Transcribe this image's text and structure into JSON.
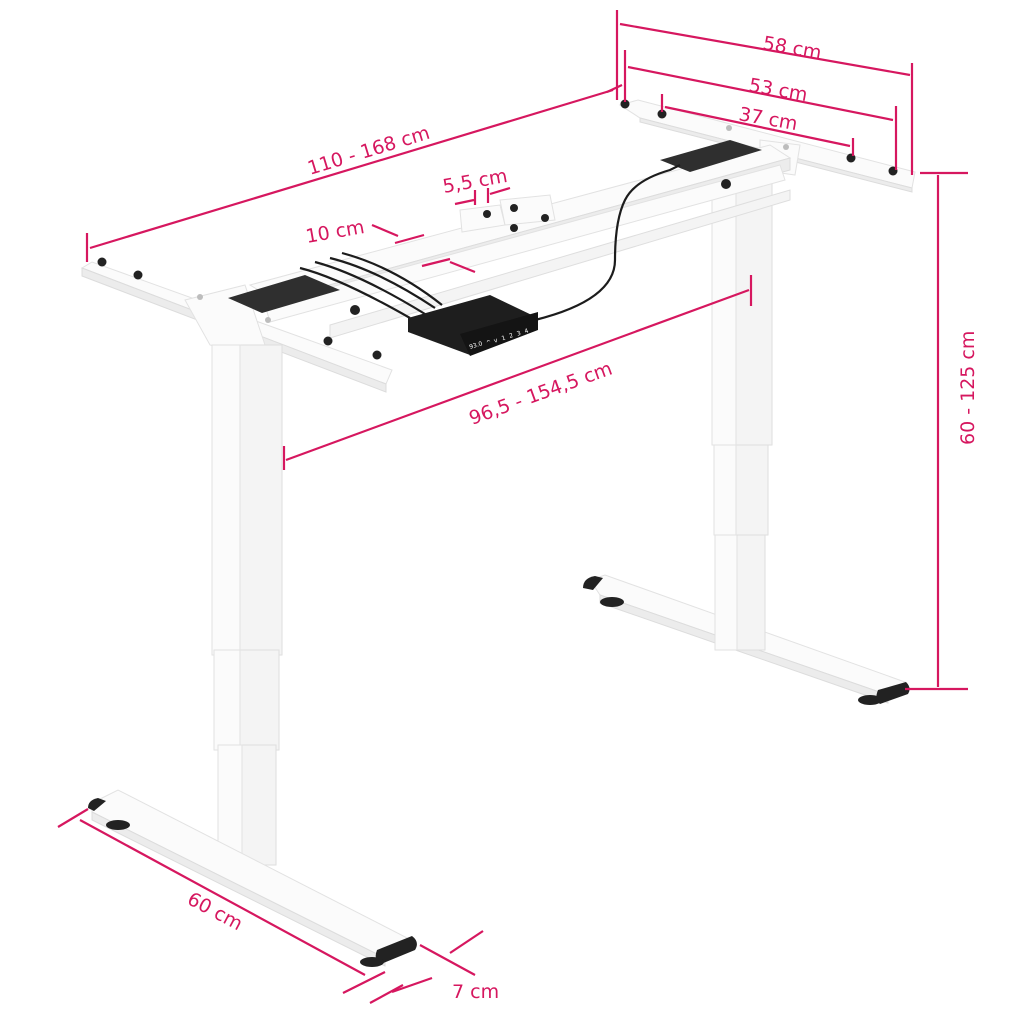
{
  "diagram": {
    "subject": "electric height-adjustable desk frame",
    "colors": {
      "dimension": "#d6175f",
      "frame": "#f4f4f4",
      "rubber": "#222222",
      "background": "#ffffff"
    },
    "dimensions": {
      "total_depth_top": "58 cm",
      "mount_width": "53 cm",
      "inner_mount_width": "37 cm",
      "frame_width": "110 - 168 cm",
      "crossbar_offset": "5,5 cm",
      "crossbar_depth": "10 cm",
      "leg_distance": "96,5 - 154,5 cm",
      "height": "60 - 125 cm",
      "foot_length": "60 cm",
      "foot_width": "7 cm"
    },
    "control_box": {
      "display": "93.0",
      "buttons": [
        "^",
        "v",
        "1",
        "2",
        "3",
        "4"
      ]
    }
  }
}
